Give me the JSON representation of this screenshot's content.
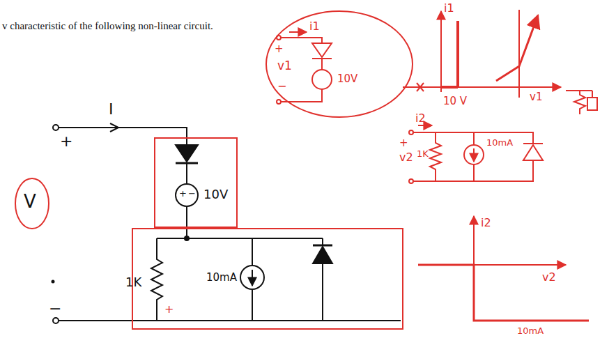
{
  "diagram": {
    "title": "v characteristic of the following non-linear circuit.",
    "labels": [
      "I",
      "+",
      "V",
      "−",
      "+",
      "−",
      "10V",
      "1K",
      "10mA",
      "+",
      "i1",
      "+",
      "v1",
      "−",
      "10V",
      "i1",
      "10 V",
      "v1",
      "i2",
      "+",
      "v2",
      "1K",
      "10mA",
      "i2",
      "v2",
      "10mA"
    ]
  }
}
